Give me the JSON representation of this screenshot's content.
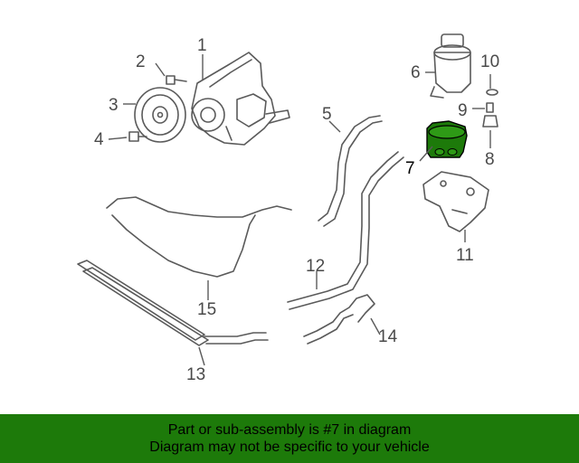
{
  "callouts": {
    "c1": "1",
    "c2": "2",
    "c3": "3",
    "c4": "4",
    "c5": "5",
    "c6": "6",
    "c7": "7",
    "c8": "8",
    "c9": "9",
    "c10": "10",
    "c11": "11",
    "c12": "12",
    "c13": "13",
    "c14": "14",
    "c15": "15"
  },
  "highlight": {
    "part_number": "7",
    "color": "#1d7a0a"
  },
  "banner": {
    "line1": "Part or sub-assembly is #7 in diagram",
    "line2": "Diagram may not be specific to your vehicle",
    "background": "#1d7a0a"
  }
}
